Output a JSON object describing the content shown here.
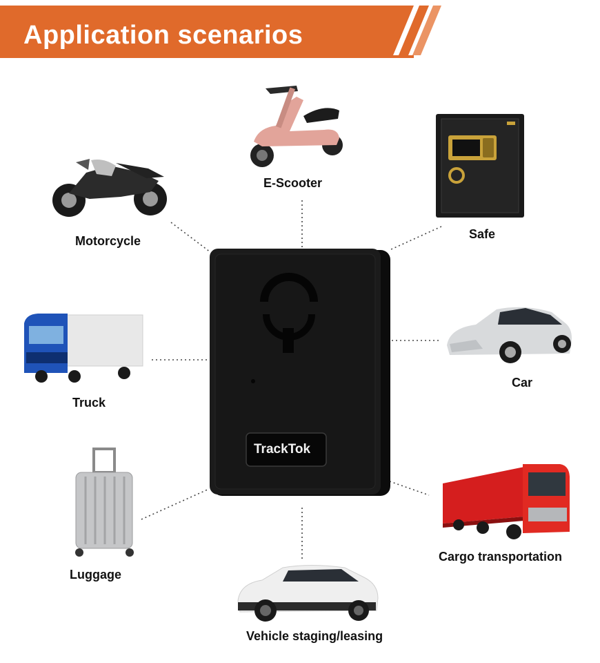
{
  "header": {
    "title": "Application scenarios"
  },
  "device": {
    "brand": "TrackTok"
  },
  "scenarios": [
    {
      "id": "e-scooter",
      "label": "E-Scooter"
    },
    {
      "id": "motorcycle",
      "label": "Motorcycle"
    },
    {
      "id": "safe",
      "label": "Safe"
    },
    {
      "id": "truck",
      "label": "Truck"
    },
    {
      "id": "car",
      "label": "Car"
    },
    {
      "id": "luggage",
      "label": "Luggage"
    },
    {
      "id": "cargo",
      "label": "Cargo transportation"
    },
    {
      "id": "vehicle-staging",
      "label": "Vehicle staging/leasing"
    }
  ],
  "colors": {
    "banner": "#e06a2b",
    "banner_light": "#eb9464",
    "device": "#141414",
    "truck_blue": "#1f53b8",
    "cargo_red": "#d51e1e",
    "scooter_pink": "#e2a49a"
  }
}
